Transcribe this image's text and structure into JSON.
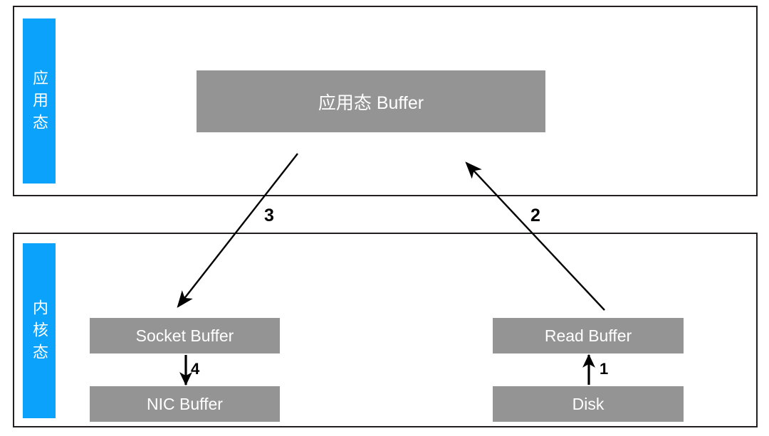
{
  "diagram": {
    "title": "Traditional IO data copy flow",
    "colors": {
      "accent_blue": "#0aa2fb",
      "buffer_gray": "#949494",
      "border_black": "#231f20",
      "background": "#ffffff",
      "label_text": "#ffffff",
      "arrow": "#000000"
    },
    "sections": [
      {
        "id": "app",
        "mode_label": "应用态",
        "boxes": [
          {
            "id": "app-buffer",
            "label": "应用态 Buffer"
          }
        ]
      },
      {
        "id": "kernel",
        "mode_label": "内核态",
        "boxes": [
          {
            "id": "socket-buffer",
            "label": "Socket Buffer"
          },
          {
            "id": "nic-buffer",
            "label": "NIC Buffer"
          },
          {
            "id": "read-buffer",
            "label": "Read Buffer"
          },
          {
            "id": "disk",
            "label": "Disk"
          }
        ]
      }
    ],
    "arrows": [
      {
        "id": "arrow-1",
        "label": "1",
        "from": "Disk",
        "to": "Read Buffer",
        "direction": "up"
      },
      {
        "id": "arrow-2",
        "label": "2",
        "from": "Read Buffer",
        "to": "应用态 Buffer",
        "direction": "up-left"
      },
      {
        "id": "arrow-3",
        "label": "3",
        "from": "应用态 Buffer",
        "to": "Socket Buffer",
        "direction": "down-left"
      },
      {
        "id": "arrow-4",
        "label": "4",
        "from": "Socket Buffer",
        "to": "NIC Buffer",
        "direction": "down"
      }
    ]
  }
}
